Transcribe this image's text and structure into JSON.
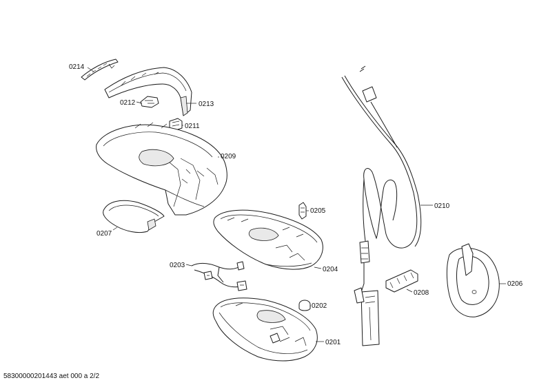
{
  "diagram": {
    "labels": {
      "p0214": "0214",
      "p0213": "0213",
      "p0212": "0212",
      "p0211": "0211",
      "p0209": "0209",
      "p0210": "0210",
      "p0205": "0205",
      "p0207": "0207",
      "p0204": "0204",
      "p0203": "0203",
      "p0202": "0202",
      "p0208": "0208",
      "p0206": "0206",
      "p0201": "0201"
    }
  },
  "footer": {
    "doc_id": "58300000201443 aet 000 a 2/2"
  }
}
